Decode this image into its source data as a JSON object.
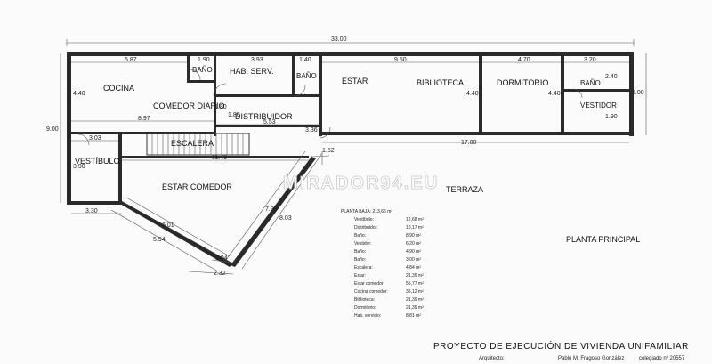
{
  "dimensions": {
    "overall_width": "33.00",
    "overall_height": "9.00",
    "right_height": "5.00",
    "cocina_w": "5.87",
    "bano1_w": "1.90",
    "hab_serv_w": "3.93",
    "bano2_w": "1.40",
    "estar_w": "9.50",
    "dormitorio_w": "4.70",
    "bano3_w": "3.20",
    "cocina_h": "4.40",
    "comedor_w": "8.97",
    "dist_h": "1.80",
    "dist_w": "5.53",
    "corr_a": "1.80",
    "small_a": "3.36",
    "small_b": "1.52",
    "estar_h": "4.40",
    "dorm_h": "4.40",
    "bano3_h": "2.40",
    "vest_h": "1.90",
    "vest_w": "3.03",
    "vest_h2": "3.90",
    "escalera_w": "11.43",
    "terraza_w": "17.80",
    "bottom_w": "3.30",
    "diag_a": "6.01",
    "diag_b": "5.94",
    "diag_c": "7.90",
    "diag_d": "8.03",
    "tip_a": "1.94",
    "tip_b": "2.32"
  },
  "rooms": {
    "cocina": "COCINA",
    "comedor_diario": "COMEDOR DIARIO",
    "bano": "BAÑO",
    "hab_serv": "HAB. SERV.",
    "distribuidor": "DISTRIBUIDOR",
    "escalera": "ESCALERA",
    "vestibulo": "VESTÍBULO",
    "estar_comedor": "ESTAR COMEDOR",
    "estar": "ESTAR",
    "biblioteca": "BIBLIOTECA",
    "dormitorio": "DORMITORIO",
    "vestidor": "VESTIDOR",
    "terraza": "TERRAZA"
  },
  "watermark": "MIRADOR94.EU",
  "area_table": {
    "heading": "PLANTA BAJA: 213,66 m²",
    "rows": [
      {
        "name": "Vestíbulo:",
        "value": "12,68 m²"
      },
      {
        "name": "Distribuidor:",
        "value": "10,17 m²"
      },
      {
        "name": "Baño:",
        "value": "8,90 m²"
      },
      {
        "name": "Vestidor:",
        "value": "6,20 m²"
      },
      {
        "name": "Baño:",
        "value": "4,90 m²"
      },
      {
        "name": "Baño:",
        "value": "3,00 m²"
      },
      {
        "name": "Escalera:",
        "value": "4,84 m²"
      },
      {
        "name": "Estar:",
        "value": "21,39 m²"
      },
      {
        "name": "Estar comedor:",
        "value": "55,77 m²"
      },
      {
        "name": "Cocina comedor:",
        "value": "36,12 m²"
      },
      {
        "name": "Biblioteca:",
        "value": "21,39 m²"
      },
      {
        "name": "Dormitorio:",
        "value": "21,39 m²"
      },
      {
        "name": "Hab. servicio:",
        "value": "8,81 m²"
      }
    ]
  },
  "plan_label": "PLANTA PRINCIPAL",
  "title_block": {
    "title": "PROYECTO DE EJECUCIÓN DE VIVIENDA UNIFAMILIAR",
    "architect_label": "Arquitecto:",
    "architect_name": "Pablo M. Fragoso González",
    "college": "colegiado nº 20557"
  }
}
